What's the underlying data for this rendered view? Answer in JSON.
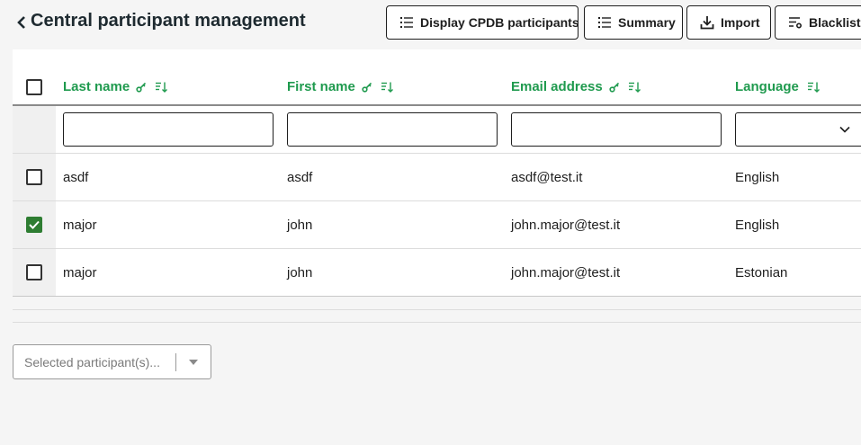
{
  "header": {
    "title": "Central participant management",
    "buttons": {
      "display_cpdb": "Display CPDB participants",
      "summary": "Summary",
      "import": "Import",
      "blacklist": "Blacklist settings"
    }
  },
  "table": {
    "columns": {
      "last_name": "Last name",
      "first_name": "First name",
      "email": "Email address",
      "language": "Language"
    },
    "rows": [
      {
        "last_name": "asdf",
        "first_name": "asdf",
        "email": "asdf@test.it",
        "language": "English",
        "checked": false
      },
      {
        "last_name": "major",
        "first_name": "john",
        "email": "john.major@test.it",
        "language": "English",
        "checked": true
      },
      {
        "last_name": "major",
        "first_name": "john",
        "email": "john.major@test.it",
        "language": "Estonian",
        "checked": false
      }
    ]
  },
  "bulk_action": {
    "placeholder": "Selected participant(s)..."
  },
  "colors": {
    "accent_green": "#1f9a4e",
    "checkbox_checked": "#2e7d32"
  }
}
